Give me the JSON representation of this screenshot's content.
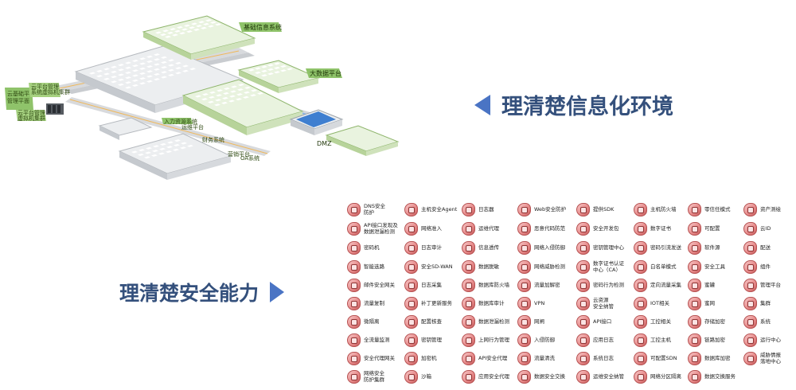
{
  "heading_env": "理清楚信息化环境",
  "heading_sec": "理清楚安全能力",
  "map_labels": [
    "基础信息系统",
    "大数据平台",
    "云基础平台\n管理平面",
    "云平台管理\n系统虚拟机集群",
    "云平台管理\n虚拟机集群",
    "DMZ",
    "入力资源系统",
    "财务系统",
    "OA系统",
    "运维平台",
    "营销平台"
  ],
  "capabilities": [
    [
      "DNS安全\n防护",
      "API接口发现及\n数据泄漏检测",
      "密码机",
      "智能选路",
      "邮件安全网关",
      "流量复制",
      "微隔离",
      "全流量监测",
      "安全代理网关",
      "网络安全\n防护集群"
    ],
    [
      "主机安全Agent",
      "网络准入",
      "日志审计",
      "安全SD-WAN",
      "日志采集",
      "补丁更新服务",
      "配置核查",
      "密钥管理",
      "加密机",
      "沙箱"
    ],
    [
      "日志器",
      "运维代理",
      "信息透传",
      "数据脱敏",
      "数据库防火墙",
      "数据库审计",
      "数据泄漏检测",
      "上网行为管理",
      "API安全代理",
      "应用安全代理"
    ],
    [
      "Web安全防护",
      "恶意代码防范",
      "网络入侵防御",
      "网络威胁检测",
      "流量加解密",
      "VPN",
      "网闸",
      "入侵防御",
      "流量清洗",
      "数据安全交换"
    ],
    [
      "提供SDK",
      "安全开发包",
      "密钥管理中心",
      "数字证书认证\n中心（CA）",
      "密码行为检测",
      "云资源\n安全纳管",
      "API接口",
      "应用日志",
      "系统日志",
      "运维安全纳管"
    ],
    [
      "主机防火墙",
      "数字证书",
      "密码引流发送",
      "白名单模式",
      "定向流量采集",
      "IOT相关",
      "工控相关",
      "工控主机",
      "可配置SDN",
      "网络分区隔离"
    ],
    [
      "零信任模式",
      "可配置",
      "软件源",
      "安全工具",
      "蜜罐",
      "蜜网",
      "存储加密",
      "链路加密",
      "数据库加密",
      "数据交换服务"
    ],
    [
      "资产测绘",
      "云ID",
      "配送",
      "组件",
      "管理平台",
      "集群",
      "系统",
      "运行中心",
      "威胁情报\n落地中心",
      ""
    ]
  ]
}
